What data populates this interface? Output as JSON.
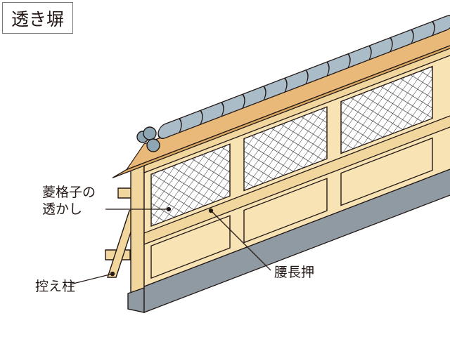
{
  "title": "透き塀",
  "labels": {
    "lattice_line1": "菱格子の",
    "lattice_line2": "透かし",
    "nageshi": "腰長押",
    "brace": "控え柱"
  },
  "colors": {
    "wood": "#f8e3b4",
    "wood_dark": "#e8c98e",
    "eave": "#e9b979",
    "tile": "#a9bcc8",
    "base": "#8f9aa3",
    "outline": "#231815"
  }
}
